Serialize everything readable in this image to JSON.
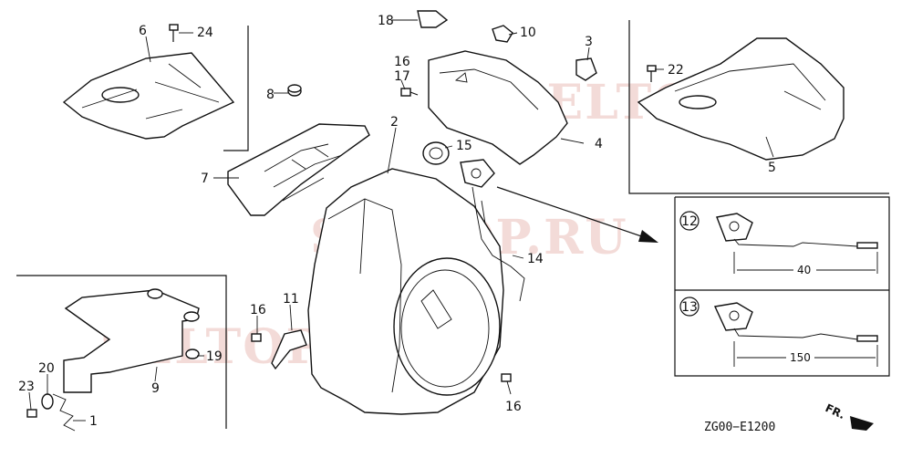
{
  "callouts": {
    "c1": "1",
    "c2": "2",
    "c3": "3",
    "c4": "4",
    "c5": "5",
    "c6": "6",
    "c7": "7",
    "c8": "8",
    "c9": "9",
    "c10": "10",
    "c11": "11",
    "c12": "12",
    "c13": "13",
    "c14": "14",
    "c15": "15",
    "c16a": "16",
    "c16b": "16",
    "c16c": "16",
    "c17": "17",
    "c18": "18",
    "c19": "19",
    "c20": "20",
    "c22": "22",
    "c23": "23",
    "c24": "24"
  },
  "dimensions": {
    "d40": "40",
    "d150": "150"
  },
  "diagram_code": "ZG00−E1200",
  "front_marker": "FR.",
  "watermark": "SELTOP.RU"
}
